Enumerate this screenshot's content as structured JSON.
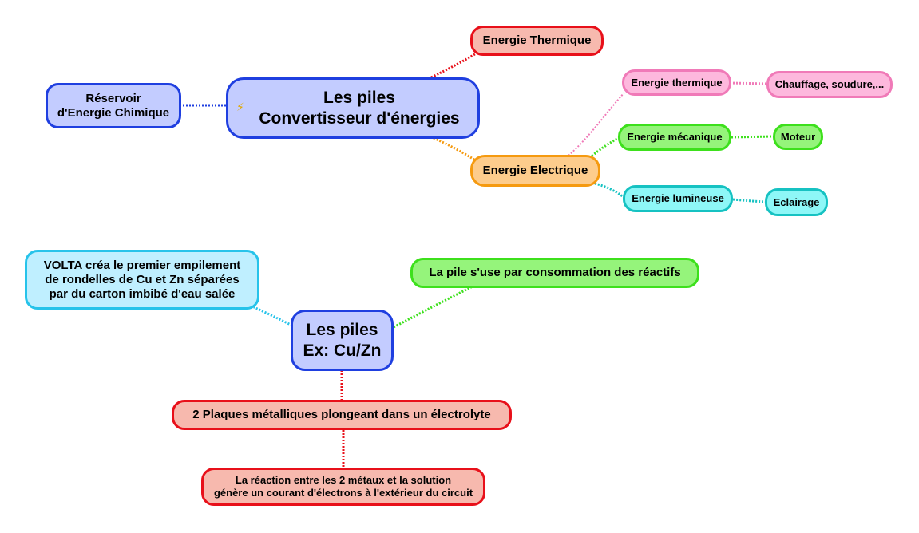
{
  "colors": {
    "blue_border": "#1f3fe0",
    "blue_fill": "#c3ccff",
    "red_border": "#e8101a",
    "red_fill": "#f7b9ae",
    "orange_border": "#f59a10",
    "orange_fill": "#fdcc8c",
    "pink_border": "#f07ab8",
    "pink_fill": "#fdb8dd",
    "green_border": "#3de01c",
    "green_fill": "#95f47b",
    "cyan_border": "#16c2c2",
    "cyan_fill": "#8ef7f7",
    "lightcyan_border": "#27c3ea",
    "lightcyan_fill": "#bfefff"
  },
  "map1": {
    "central": {
      "icon": "lightning-icon",
      "icon_glyph": "⚡",
      "line1": "Les piles",
      "line2": "Convertisseur d'énergies"
    },
    "reservoir": {
      "line1": "Réservoir",
      "line2": "d'Energie Chimique"
    },
    "thermique": "Energie Thermique",
    "electrique": "Energie Electrique",
    "sub": {
      "thermique": "Energie thermique",
      "mecanique": "Energie mécanique",
      "lumineuse": "Energie lumineuse"
    },
    "leaf": {
      "chauffage": "Chauffage, soudure,...",
      "moteur": "Moteur",
      "eclairage": "Eclairage"
    }
  },
  "map2": {
    "central": {
      "line1": "Les piles",
      "line2": "Ex: Cu/Zn"
    },
    "volta": {
      "line1": "VOLTA créa le premier empilement",
      "line2": "de rondelles de Cu et Zn séparées",
      "line3": "par du carton imbibé d'eau salée"
    },
    "use": "La pile s'use par consommation des réactifs",
    "plaques": "2 Plaques métalliques plongeant dans un électrolyte",
    "reaction": {
      "line1": "La réaction entre les 2 métaux et la solution",
      "line2": "génère un courant d'électrons à l'extérieur du circuit"
    }
  }
}
